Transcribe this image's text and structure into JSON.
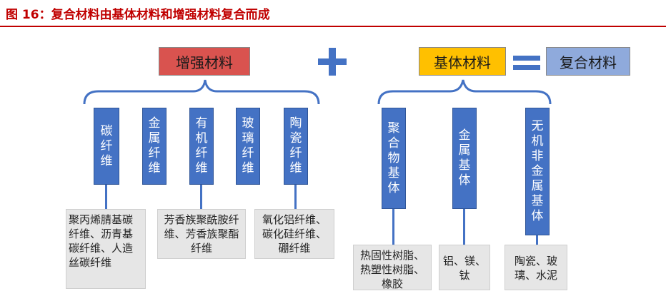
{
  "title": "图 16：复合材料由基体材料和增强材料复合而成",
  "reinforcement": {
    "header": "增强材料",
    "types": [
      {
        "label": "碳纤维",
        "examples": "聚丙烯腈基碳纤维、沥青基碳纤维、人造丝碳纤维"
      },
      {
        "label": "金属纤维"
      },
      {
        "label": "有机纤维",
        "examples": "芳香族聚酰胺纤维、芳香族聚酯纤维"
      },
      {
        "label": "玻璃纤维"
      },
      {
        "label": "陶瓷纤维",
        "examples": "氧化铝纤维、碳化硅纤维、硼纤维"
      }
    ]
  },
  "plus_symbol": "+",
  "matrix": {
    "header": "基体材料",
    "types": [
      {
        "label": "聚合物基体",
        "examples": "热固性树脂、热塑性树脂、橡胶"
      },
      {
        "label": "金属基体",
        "examples": "铝、镁、钛"
      },
      {
        "label": "无机非金属基体",
        "examples": "陶瓷、玻璃、水泥"
      }
    ]
  },
  "equals_symbol": "=",
  "composite": {
    "header": "复合材料"
  },
  "colors": {
    "title_red": "#c00000",
    "reinforcement_header": "#d9534f",
    "matrix_header": "#ffc000",
    "composite_header": "#8faadc",
    "type_box": "#4472c4",
    "example_box": "#e6e6e6"
  }
}
